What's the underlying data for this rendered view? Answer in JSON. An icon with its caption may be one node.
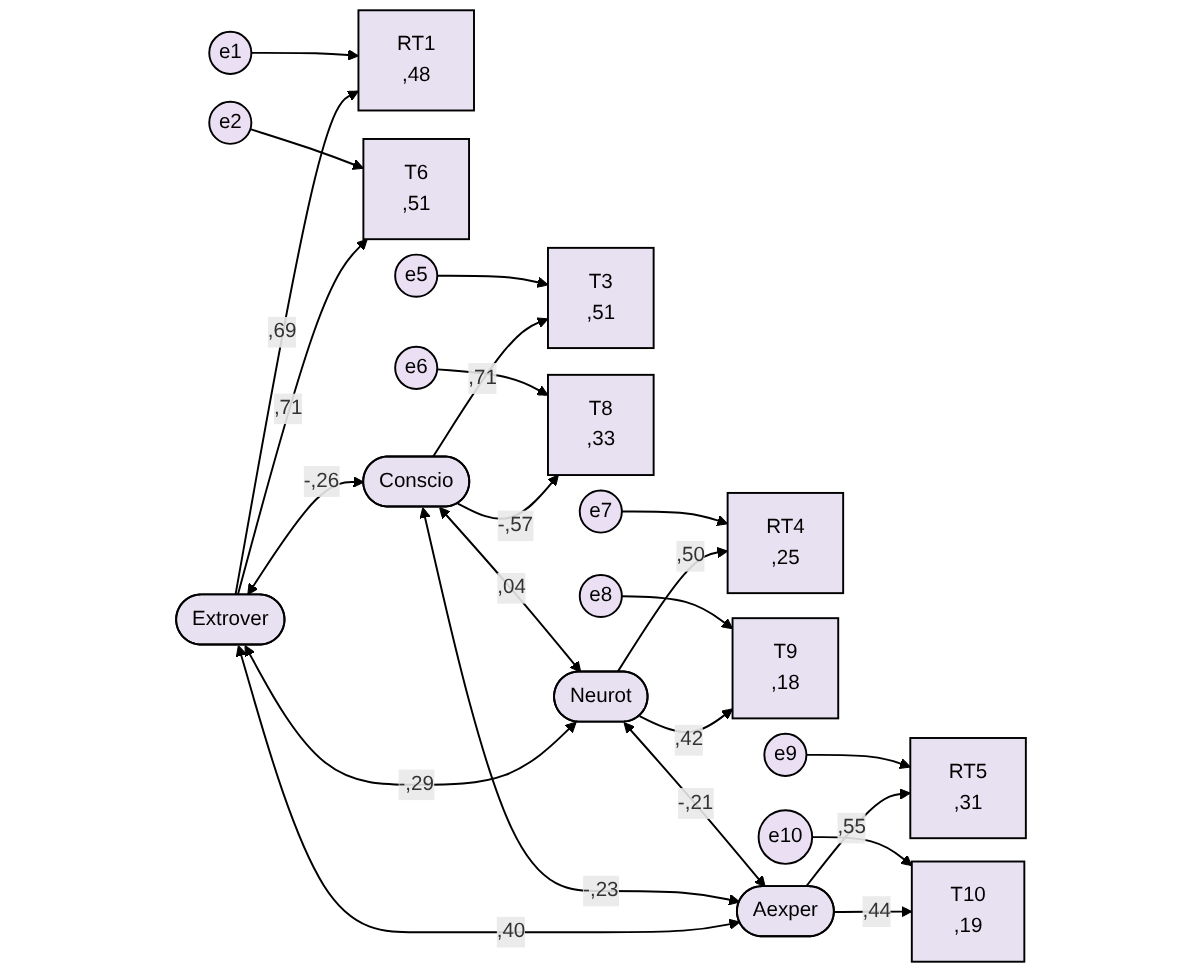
{
  "diagram": {
    "nodes": [
      {
        "text": [
          "Extrover"
        ]
      },
      {
        "text": [
          "RT1",
          ",48"
        ]
      },
      {
        "text": [
          "e1"
        ]
      },
      {
        "text": [
          "T6",
          ",51"
        ]
      },
      {
        "text": [
          "e2"
        ]
      },
      {
        "text": [
          "Conscio"
        ]
      },
      {
        "text": [
          "T3",
          ",51"
        ]
      },
      {
        "text": [
          "e5"
        ]
      },
      {
        "text": [
          "T8",
          ",33"
        ]
      },
      {
        "text": [
          "e6"
        ]
      },
      {
        "text": [
          "Neurot"
        ]
      },
      {
        "text": [
          "RT4",
          ",25"
        ]
      },
      {
        "text": [
          "e7"
        ]
      },
      {
        "text": [
          "T9",
          ",18"
        ]
      },
      {
        "text": [
          "e8"
        ]
      },
      {
        "text": [
          "Aexper"
        ]
      },
      {
        "text": [
          "RT5",
          ",31"
        ]
      },
      {
        "text": [
          "e9"
        ]
      },
      {
        "text": [
          "T10",
          ",19"
        ]
      },
      {
        "text": [
          "e10"
        ]
      }
    ],
    "edges": [
      {
        "from": 0,
        "to": 1,
        "arrow": "to",
        "label": ",69"
      },
      {
        "from": 0,
        "to": 3,
        "arrow": "to",
        "label": ",71"
      },
      {
        "from": 2,
        "to": 1,
        "arrow": "to"
      },
      {
        "from": 4,
        "to": 3,
        "arrow": "to"
      },
      {
        "from": 5,
        "to": 6,
        "arrow": "to",
        "label": ",71"
      },
      {
        "from": 5,
        "to": 8,
        "arrow": "to",
        "label": "-,57"
      },
      {
        "from": 7,
        "to": 6,
        "arrow": "to"
      },
      {
        "from": 9,
        "to": 8,
        "arrow": "to"
      },
      {
        "from": 10,
        "to": 11,
        "arrow": "to",
        "label": ",50"
      },
      {
        "from": 10,
        "to": 13,
        "arrow": "to",
        "label": ",42"
      },
      {
        "from": 12,
        "to": 11,
        "arrow": "to"
      },
      {
        "from": 14,
        "to": 13,
        "arrow": "to"
      },
      {
        "from": 15,
        "to": 16,
        "arrow": "to",
        "label": ",55"
      },
      {
        "from": 15,
        "to": 18,
        "arrow": "to",
        "label": ",44"
      },
      {
        "from": 17,
        "to": 16,
        "arrow": "to"
      },
      {
        "from": 19,
        "to": 18,
        "arrow": "to"
      },
      {
        "from": 0,
        "to": 5,
        "arrow": "both",
        "label": "-,26"
      },
      {
        "from": 0,
        "to": 10,
        "arrow": "both",
        "label": "-,29"
      },
      {
        "from": 0,
        "to": 15,
        "arrow": "both",
        "label": ",40"
      },
      {
        "from": 5,
        "to": 10,
        "arrow": "both",
        "label": ",04"
      },
      {
        "from": 5,
        "to": 15,
        "arrow": "both",
        "label": "-,23"
      },
      {
        "from": 10,
        "to": 15,
        "arrow": "both",
        "label": "-,21"
      }
    ]
  }
}
